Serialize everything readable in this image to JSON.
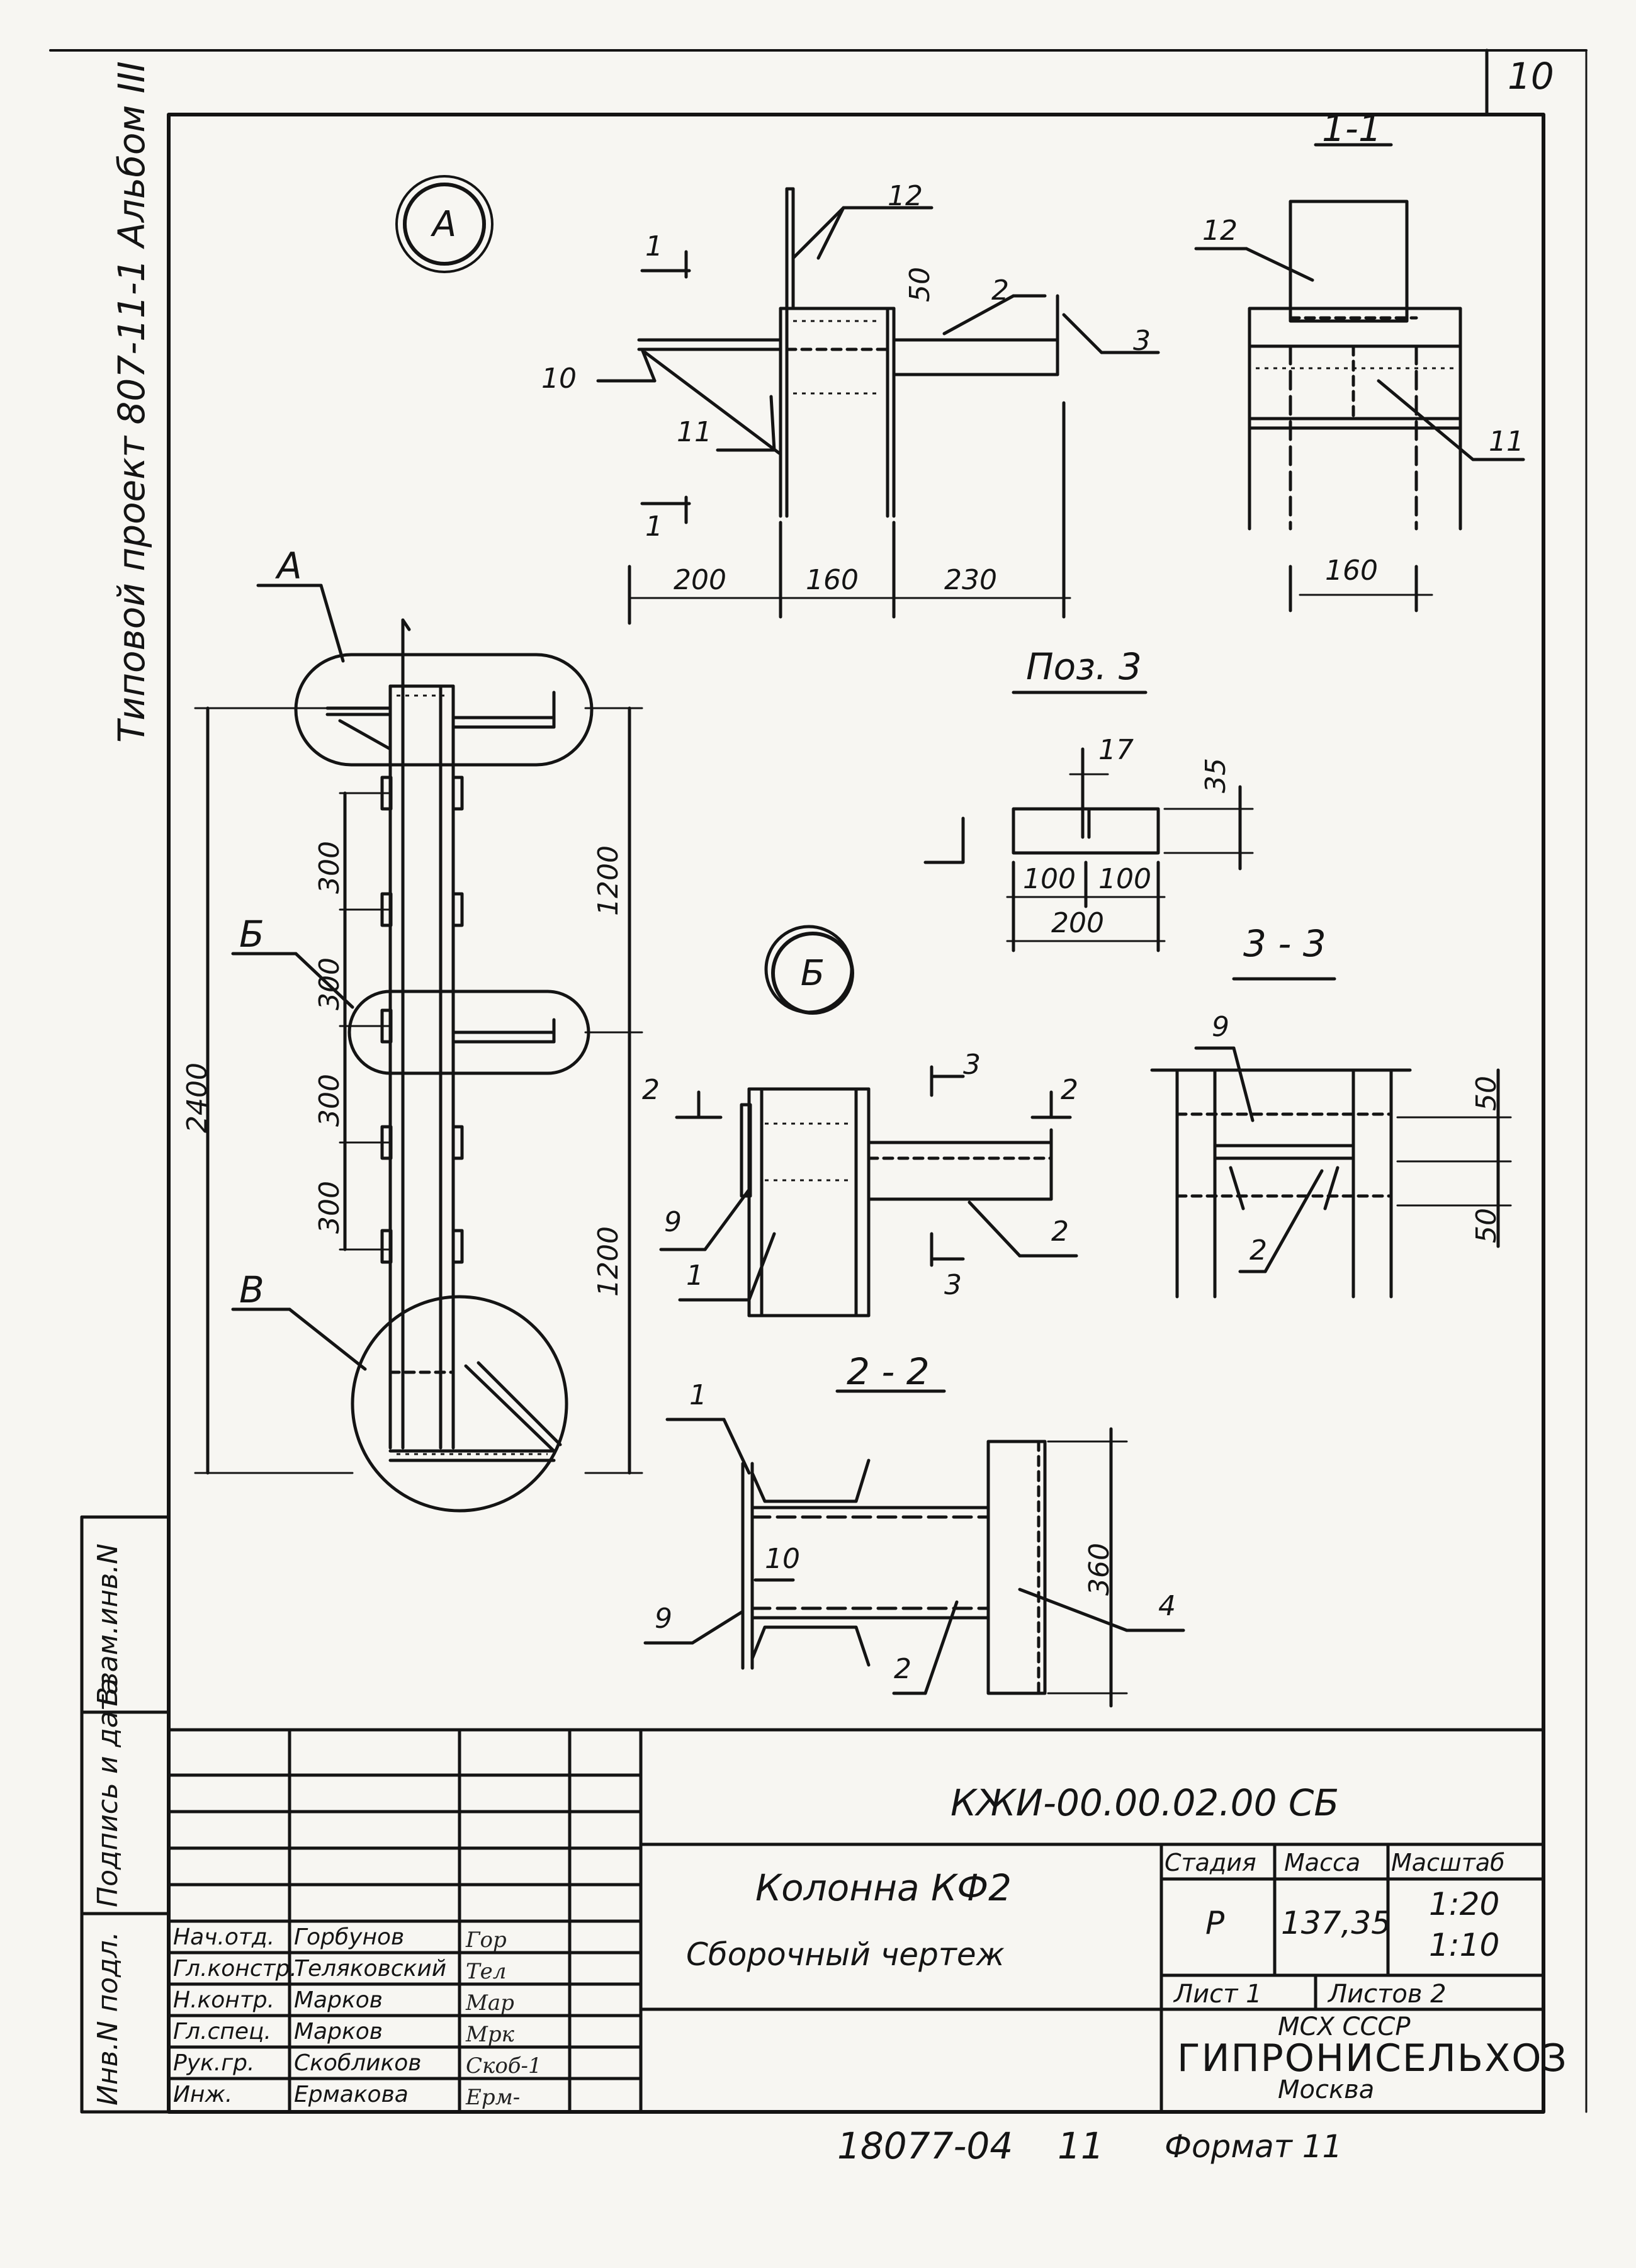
{
  "sheet_number": "10",
  "project_label": "Типовой проект 807-11-1  Альбом III",
  "views": {
    "A": {
      "marker": "А",
      "section_1_mark": "1"
    },
    "B": {
      "marker": "Б",
      "section_2_mark": "2",
      "section_3_mark": "3"
    },
    "C": {
      "marker": "В"
    }
  },
  "positions": {
    "p1": "1",
    "p2": "2",
    "p3": "3",
    "p4": "4",
    "p9": "9",
    "p10": "10",
    "p11": "11",
    "p12": "12"
  },
  "dimensions": {
    "d200": "200",
    "d160": "160",
    "d230": "230",
    "d50": "50",
    "d1200": "1200",
    "d2400": "2400",
    "d300": "300",
    "d17": "17",
    "d35": "35",
    "d100": "100",
    "d360": "360"
  },
  "section_titles": {
    "s11": "1-1",
    "pos3": "Поз. 3",
    "s33": "3 - 3",
    "s22": "2 - 2"
  },
  "side_stamp": {
    "inv_podl": "Инв.N подл.",
    "podpis_data": "Подпись и дата",
    "vzam_inv": "Взам.инв.N"
  },
  "title_block": {
    "document_code": "КЖИ-00.00.02.00 СБ",
    "title_line1": "Колонна КФ2",
    "title_line2": "Сборочный чертеж",
    "stage_header": "Стадия",
    "mass_header": "Масса",
    "scale_header": "Масштаб",
    "stage": "Р",
    "mass": "137,35",
    "scale1": "1:20",
    "scale2": "1:10",
    "sheet_label": "Лист 1",
    "sheets_label": "Листов 2",
    "org_line1": "МСХ СССР",
    "org_line2": "ГИПРОНИСЕЛЬХОЗ",
    "org_line3": "Москва",
    "staff": [
      {
        "role": "Нач.отд.",
        "name": "Горбунов",
        "sig": "Гор"
      },
      {
        "role": "Гл.констр.",
        "name": "Теляковский",
        "sig": "Тел"
      },
      {
        "role": "Н.контр.",
        "name": "Марков",
        "sig": "Мар"
      },
      {
        "role": "Гл.спец.",
        "name": "Марков",
        "sig": "Мрк"
      },
      {
        "role": "Рук.гр.",
        "name": "Скобликов",
        "sig": "Скоб-1"
      },
      {
        "role": "Инж.",
        "name": "Ермакова",
        "sig": "Ерм-"
      }
    ]
  },
  "footer": {
    "inventory": "18077-04",
    "number": "11",
    "format": "Формат 11"
  }
}
